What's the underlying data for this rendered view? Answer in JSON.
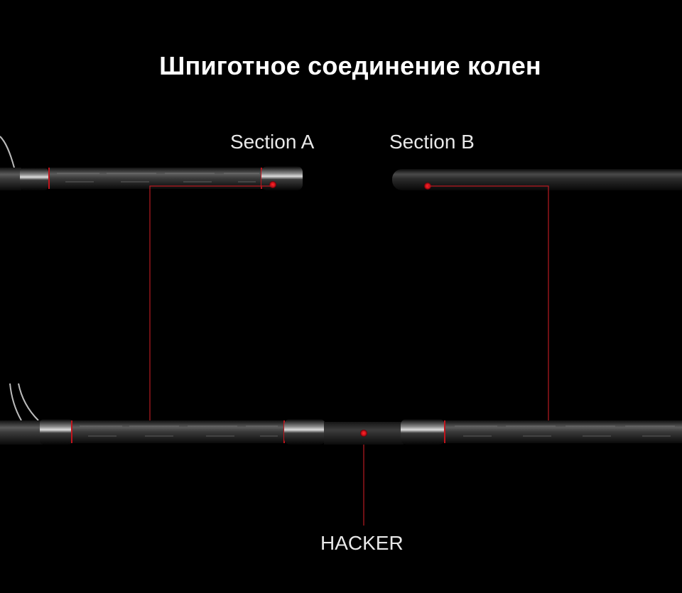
{
  "title": "Шпиготное соединение колен",
  "labels": {
    "section_a": "Section A",
    "section_b": "Section B",
    "hacker": "HACKER"
  },
  "colors": {
    "background": "#000000",
    "text": "#ffffff",
    "accent_red": "#d0101a",
    "leader_line": "#b81a22"
  }
}
